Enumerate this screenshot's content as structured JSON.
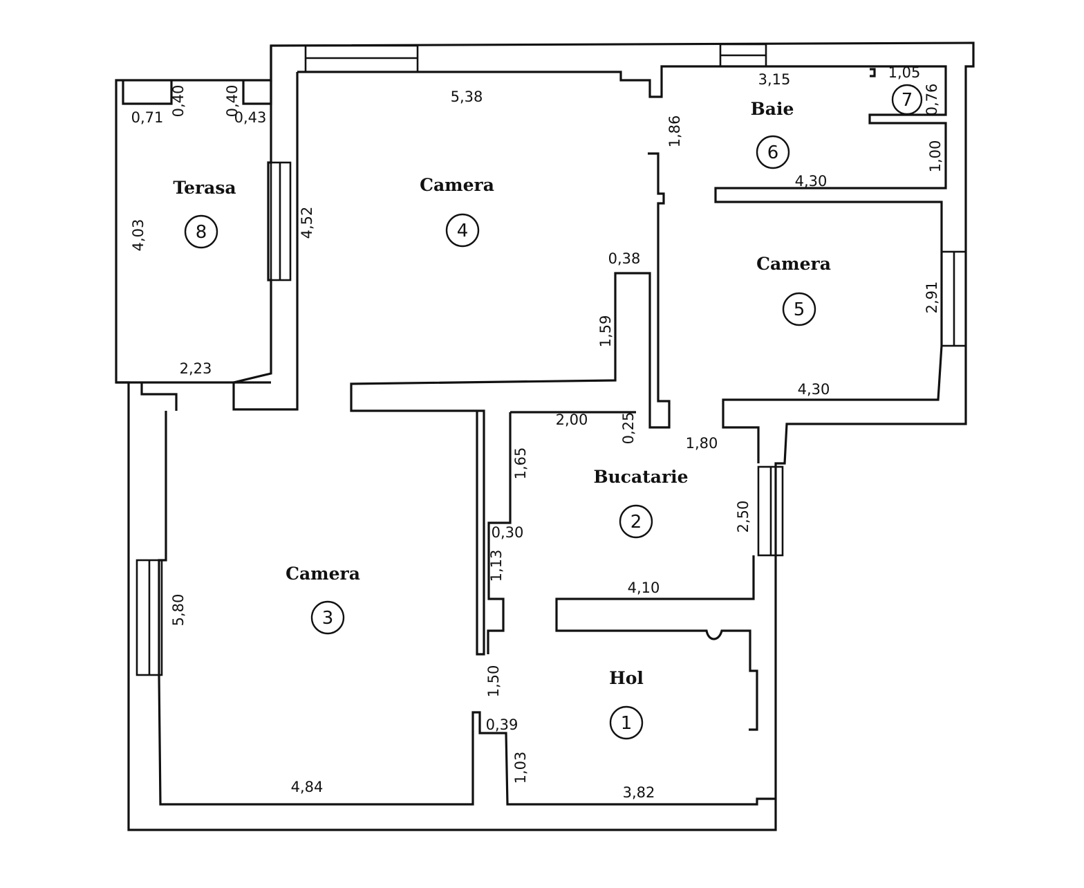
{
  "rooms": [
    {
      "label": "Hol",
      "number": "1"
    },
    {
      "label": "Bucatarie",
      "number": "2"
    },
    {
      "label": "Camera",
      "number": "3"
    },
    {
      "label": "Camera",
      "number": "4"
    },
    {
      "label": "Camera",
      "number": "5"
    },
    {
      "label": "Baie",
      "number": "6"
    },
    {
      "label": "",
      "number": "7"
    },
    {
      "label": "Terasa",
      "number": "8"
    }
  ],
  "dimensions": {
    "top_538": "5,38",
    "baie_315": "3,15",
    "d105": "1,05",
    "d076": "0,76",
    "d040a": "0,40",
    "d040b": "0,40",
    "d071": "0,71",
    "d043": "0,43",
    "d186": "1,86",
    "d100": "1,00",
    "baie_430": "4,30",
    "d452": "4,52",
    "d403": "4,03",
    "d038": "0,38",
    "d159": "1,59",
    "d291": "2,91",
    "d223": "2,23",
    "cam5_430": "4,30",
    "d200": "2,00",
    "d025": "0,25",
    "d180": "1,80",
    "d165": "1,65",
    "d250": "2,50",
    "d030": "0,30",
    "d113": "1,13",
    "d410": "4,10",
    "d580": "5,80",
    "d150": "1,50",
    "d039": "0,39",
    "d103": "1,03",
    "d484": "4,84",
    "d382": "3,82"
  }
}
